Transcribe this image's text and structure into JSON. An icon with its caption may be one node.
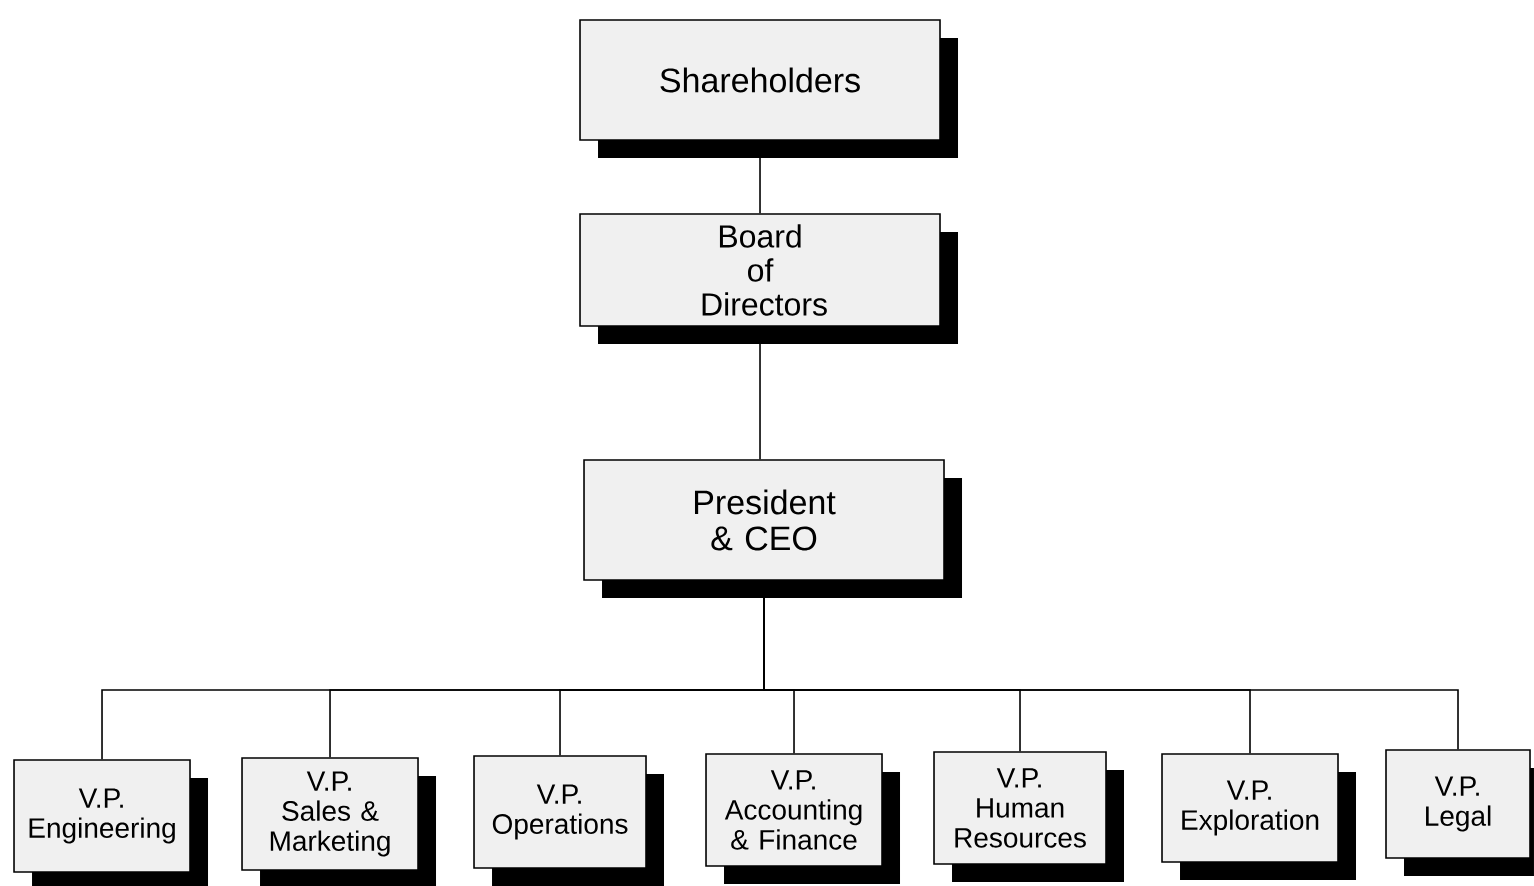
{
  "diagram": {
    "nodes": [
      {
        "text": [
          "Shareholders"
        ]
      },
      {
        "text": [
          "Board of Directors"
        ]
      },
      {
        "text": [
          "President & CEO"
        ]
      },
      {
        "text": [
          "V.P. Engineering"
        ]
      },
      {
        "text": [
          "V.P. Sales & Marketing"
        ]
      },
      {
        "text": [
          "V.P. Operations"
        ]
      },
      {
        "text": [
          "V.P. Accounting & Finance"
        ]
      },
      {
        "text": [
          "V.P. Human Resources"
        ]
      },
      {
        "text": [
          "V.P. Exploration"
        ]
      },
      {
        "text": [
          "V.P. Legal"
        ]
      }
    ],
    "edges": [
      {
        "from": 0,
        "to": 1,
        "arrow": "none"
      },
      {
        "from": 1,
        "to": 2,
        "arrow": "none"
      },
      {
        "from": 2,
        "to": 3,
        "arrow": "none"
      },
      {
        "from": 2,
        "to": 4,
        "arrow": "none"
      },
      {
        "from": 2,
        "to": 5,
        "arrow": "none"
      },
      {
        "from": 2,
        "to": 6,
        "arrow": "none"
      },
      {
        "from": 2,
        "to": 7,
        "arrow": "none"
      },
      {
        "from": 2,
        "to": 8,
        "arrow": "none"
      },
      {
        "from": 2,
        "to": 9,
        "arrow": "none"
      }
    ]
  }
}
